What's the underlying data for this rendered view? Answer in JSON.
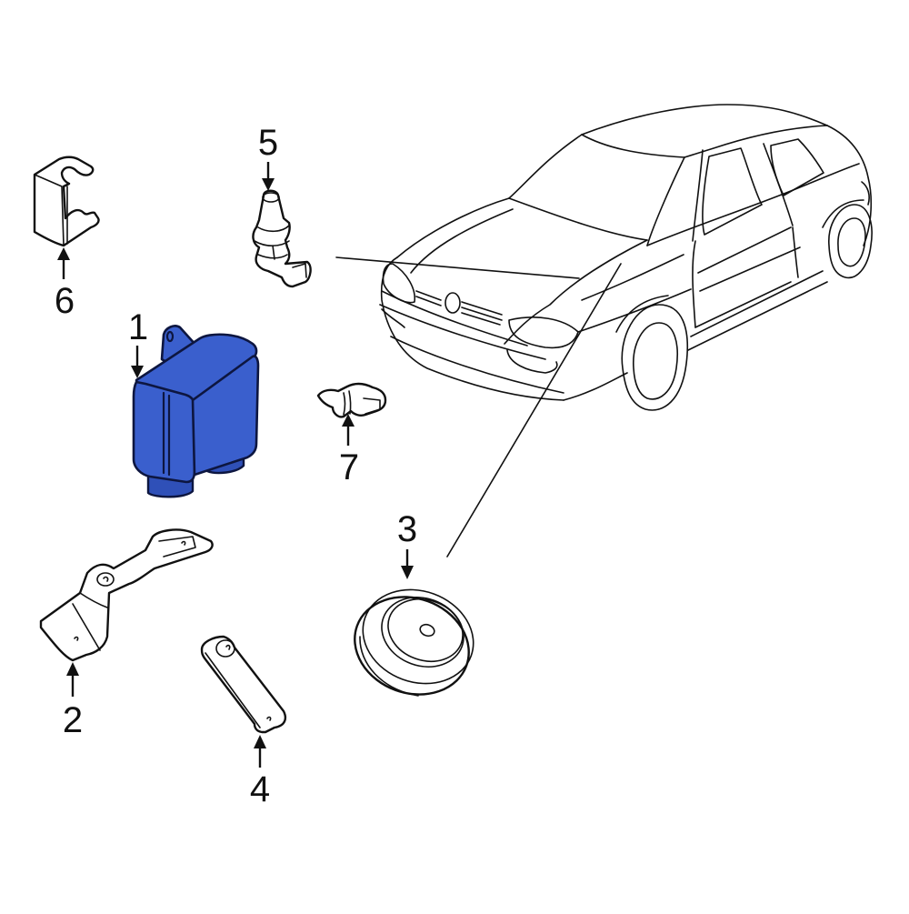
{
  "diagram": {
    "title": "Vehicle electrical components exploded parts diagram",
    "highlight_color": "#3a5fcd",
    "line_color": "#111111",
    "background": "#ffffff",
    "callouts": [
      {
        "id": "1",
        "label": "1",
        "part": "control-module",
        "highlighted": true
      },
      {
        "id": "2",
        "label": "2",
        "part": "mounting-bracket"
      },
      {
        "id": "3",
        "label": "3",
        "part": "horn"
      },
      {
        "id": "4",
        "label": "4",
        "part": "horn-bracket"
      },
      {
        "id": "5",
        "label": "5",
        "part": "switch-sensor"
      },
      {
        "id": "6",
        "label": "6",
        "part": "retaining-clip"
      },
      {
        "id": "7",
        "label": "7",
        "part": "connector-sensor"
      }
    ],
    "reference_vehicle": "3-door hatchback"
  }
}
